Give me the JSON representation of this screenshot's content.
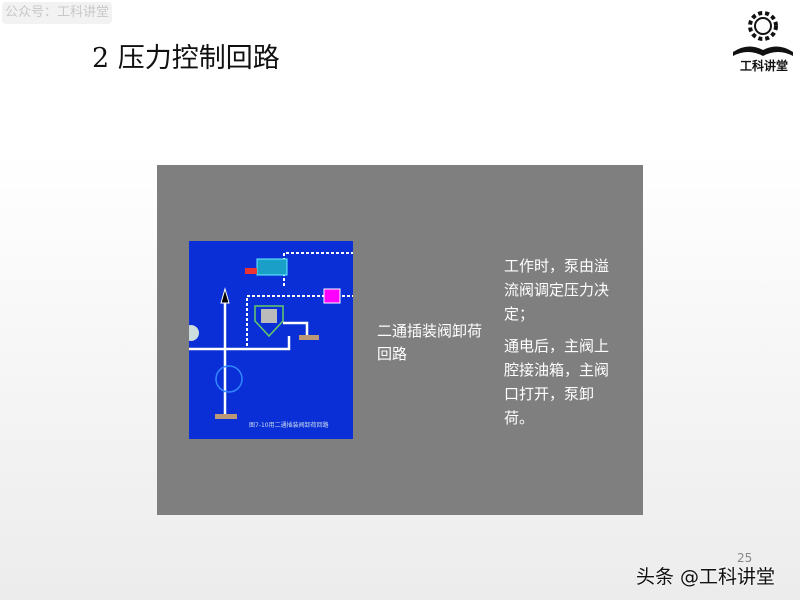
{
  "watermark": "公众号：工科讲堂",
  "title": "2  压力控制回路",
  "logo": {
    "text": "工科讲堂",
    "icon": "gear-book-icon"
  },
  "figure": {
    "caption": "图7-10用二通插装阀卸荷回路",
    "background": "#0a2fd6"
  },
  "figure_label": "二通插装阀卸荷回路",
  "description": [
    "工作时，泵由溢流阀调定压力决定；",
    "通电后，主阀上腔接油箱，主阀口打开，泵卸荷。"
  ],
  "page_number": "25",
  "footer": "头条 @工科讲堂",
  "colors": {
    "panel": "#7f7f7f"
  }
}
